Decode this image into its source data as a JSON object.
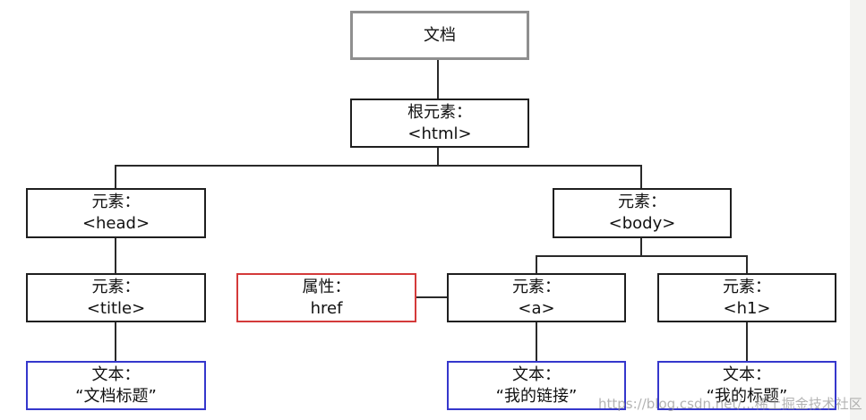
{
  "diagram": {
    "nodes": {
      "document": {
        "line1": "文档"
      },
      "root": {
        "line1": "根元素：",
        "line2": "<html>"
      },
      "head": {
        "line1": "元素：",
        "line2": "<head>"
      },
      "body": {
        "line1": "元素：",
        "line2": "<body>"
      },
      "title": {
        "line1": "元素：",
        "line2": "<title>"
      },
      "attribute": {
        "line1": "属性：",
        "line2": "href"
      },
      "a": {
        "line1": "元素：",
        "line2": "<a>"
      },
      "h1": {
        "line1": "元素：",
        "line2": "<h1>"
      },
      "text_title": {
        "line1": "文本：",
        "line2": "“文档标题”"
      },
      "text_link": {
        "line1": "文本：",
        "line2": "“我的链接”"
      },
      "text_h1": {
        "line1": "文本：",
        "line2": "“我的标题”"
      }
    },
    "colors": {
      "default_border": "#1f1f1f",
      "document_border": "#8f8f8f",
      "attribute_border": "#d43a3a",
      "text_border": "#3537cc"
    }
  },
  "watermark": {
    "text": "https://blog.csdn.net/...稀土掘金技术社区"
  }
}
